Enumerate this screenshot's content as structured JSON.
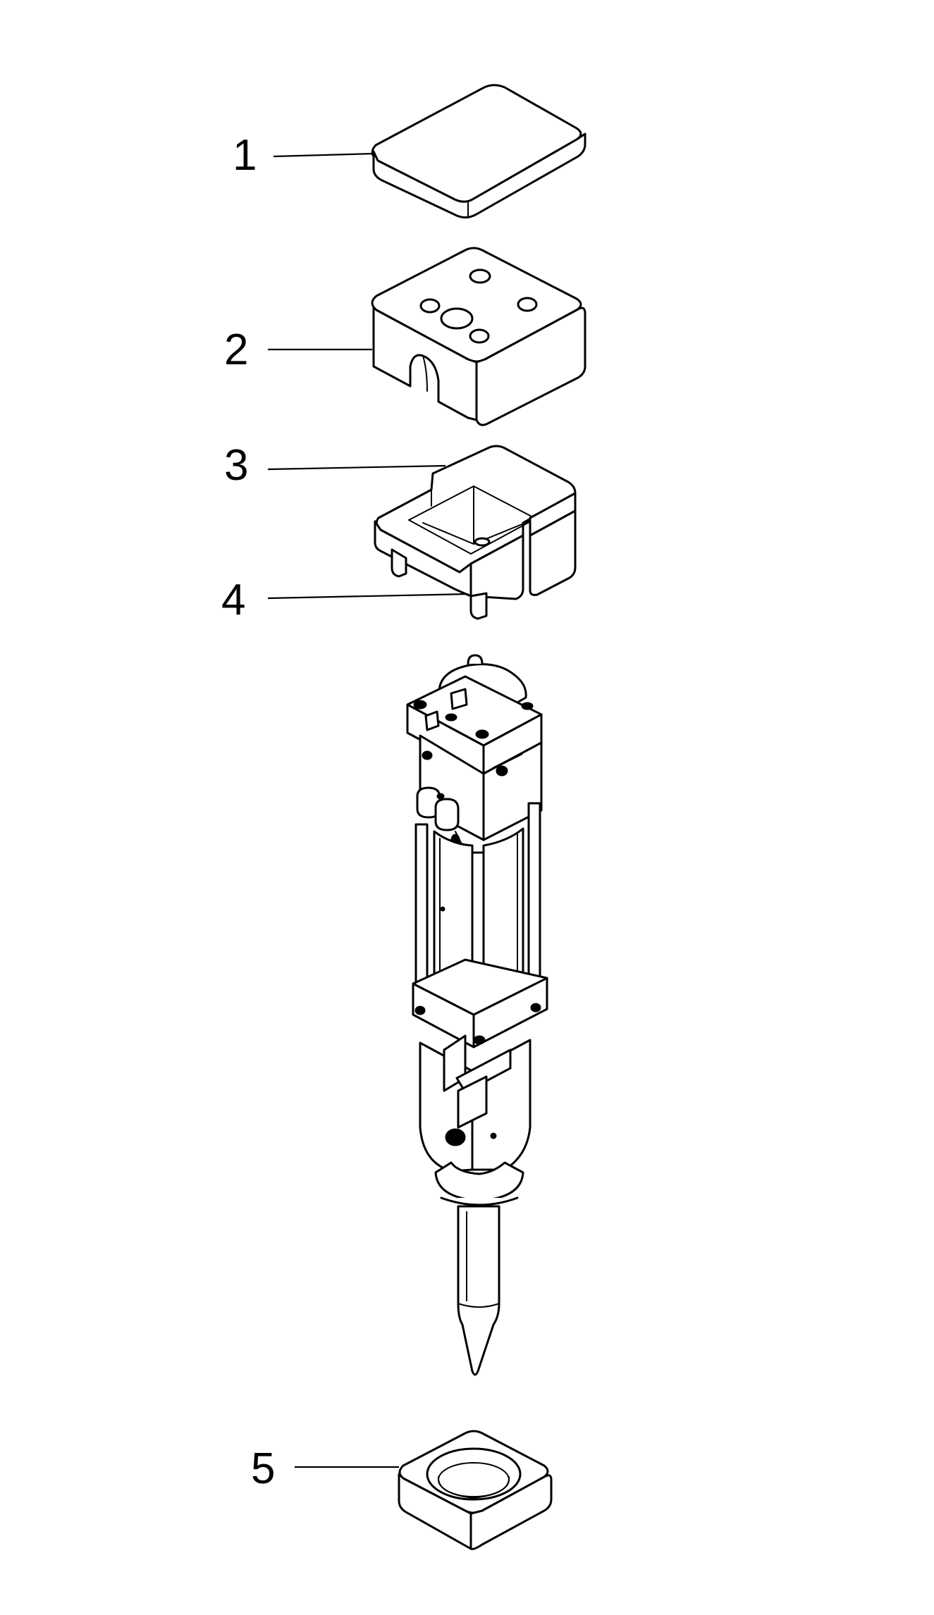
{
  "callouts": [
    {
      "number": "1",
      "part": "top-plate"
    },
    {
      "number": "2",
      "part": "upper-block"
    },
    {
      "number": "3",
      "part": "bracket-upper"
    },
    {
      "number": "4",
      "part": "bracket-lower"
    },
    {
      "number": "5",
      "part": "bottom-bushing"
    }
  ]
}
